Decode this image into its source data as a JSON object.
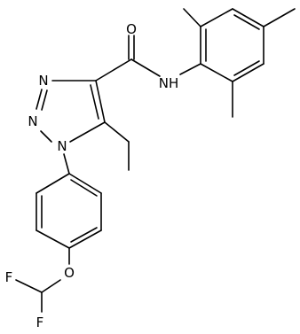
{
  "molecule": {
    "atoms": [
      {
        "id": "O1",
        "label": "O"
      },
      {
        "id": "N1",
        "label": "N"
      },
      {
        "id": "N2",
        "label": "N"
      },
      {
        "id": "N3",
        "label": "N"
      },
      {
        "id": "NH",
        "label": "NH"
      },
      {
        "id": "O2",
        "label": "O"
      },
      {
        "id": "F1",
        "label": "F"
      },
      {
        "id": "F2",
        "label": "F"
      }
    ]
  }
}
